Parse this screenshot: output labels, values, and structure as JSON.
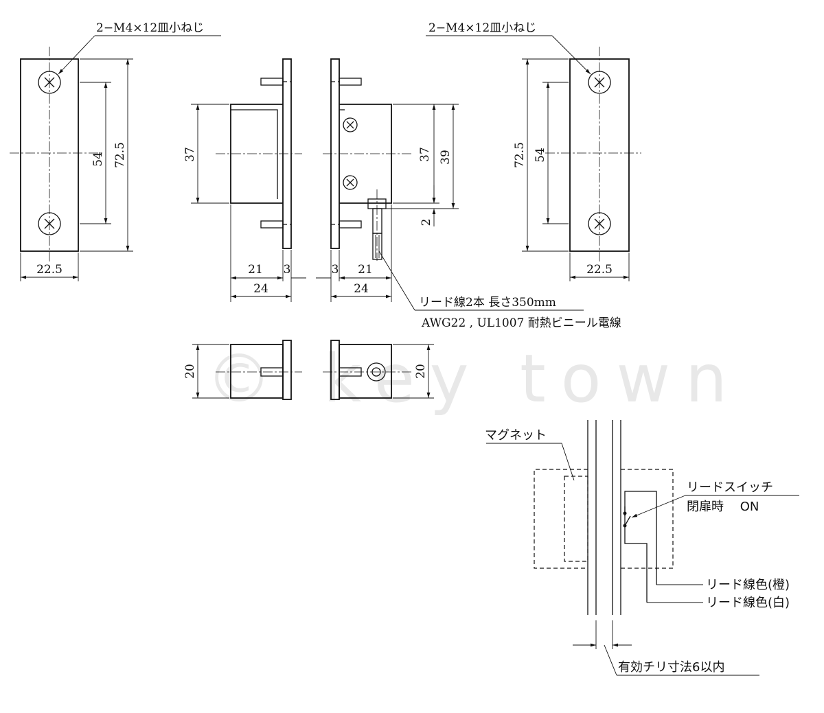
{
  "labels": {
    "screw_left": "2−M4×12皿小ねじ",
    "screw_right": "2−M4×12皿小ねじ",
    "lead_wire_line1": "リード線2本 長さ350mm",
    "lead_wire_line2": "AWG22 , UL1007 耐熱ビニール電線",
    "magnet": "マグネット",
    "reed_switch_line1": "リードスイッチ",
    "reed_switch_line2": "閉扉時　 ON",
    "wire_orange": "リード線色(橙)",
    "wire_white": "リード線色(白)",
    "gap_note": "有効チリ寸法6以内"
  },
  "dimensions": {
    "left_plate_width": "22.5",
    "left_plate_pitch": "54",
    "left_plate_length": "72.5",
    "left_body_height": "37",
    "left_body_depth": "21",
    "left_flange": "3",
    "left_total_depth": "24",
    "right_body_height": "37",
    "right_plate_height": "39",
    "right_offset": "2",
    "right_flange": "3",
    "right_body_depth": "21",
    "right_total_depth": "24",
    "right_plate_length": "72.5",
    "right_plate_pitch": "54",
    "right_plate_width": "22.5",
    "bottom_left_height": "20",
    "bottom_right_height": "20"
  },
  "watermark": "© key town"
}
